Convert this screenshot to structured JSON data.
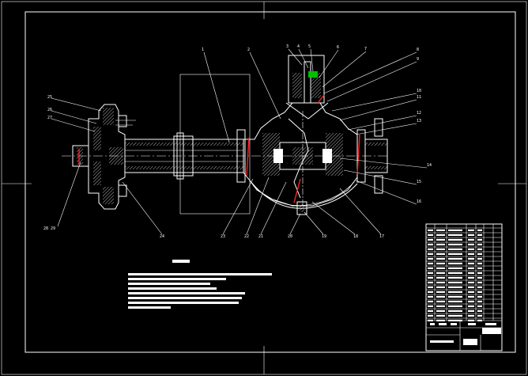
{
  "drawing": {
    "background": "#000000",
    "line_color": "#ffffff",
    "accent_red": "#ff2020",
    "accent_green": "#00c000",
    "callouts": [
      {
        "id": "c1",
        "label": "1"
      },
      {
        "id": "c2",
        "label": "2"
      },
      {
        "id": "c3",
        "label": "3"
      },
      {
        "id": "c4",
        "label": "4"
      },
      {
        "id": "c5",
        "label": "5"
      },
      {
        "id": "c6",
        "label": "6"
      },
      {
        "id": "c7",
        "label": "7"
      },
      {
        "id": "c8",
        "label": "8"
      },
      {
        "id": "c9",
        "label": "9"
      },
      {
        "id": "c10",
        "label": "10"
      },
      {
        "id": "c11",
        "label": "11"
      },
      {
        "id": "c12",
        "label": "12"
      },
      {
        "id": "c13",
        "label": "13"
      },
      {
        "id": "c14",
        "label": "14"
      },
      {
        "id": "c15",
        "label": "15"
      },
      {
        "id": "c16",
        "label": "16"
      },
      {
        "id": "c17",
        "label": "17"
      },
      {
        "id": "c18",
        "label": "18"
      },
      {
        "id": "c19",
        "label": "19"
      },
      {
        "id": "c20",
        "label": "20"
      },
      {
        "id": "c21",
        "label": "21"
      },
      {
        "id": "c22",
        "label": "22"
      },
      {
        "id": "c23",
        "label": "23"
      },
      {
        "id": "c24",
        "label": "24"
      },
      {
        "id": "c25",
        "label": "25"
      },
      {
        "id": "c26",
        "label": "26"
      },
      {
        "id": "c27",
        "label": "27"
      },
      {
        "id": "c28",
        "label": "28"
      },
      {
        "id": "c29",
        "label": "29"
      }
    ]
  }
}
